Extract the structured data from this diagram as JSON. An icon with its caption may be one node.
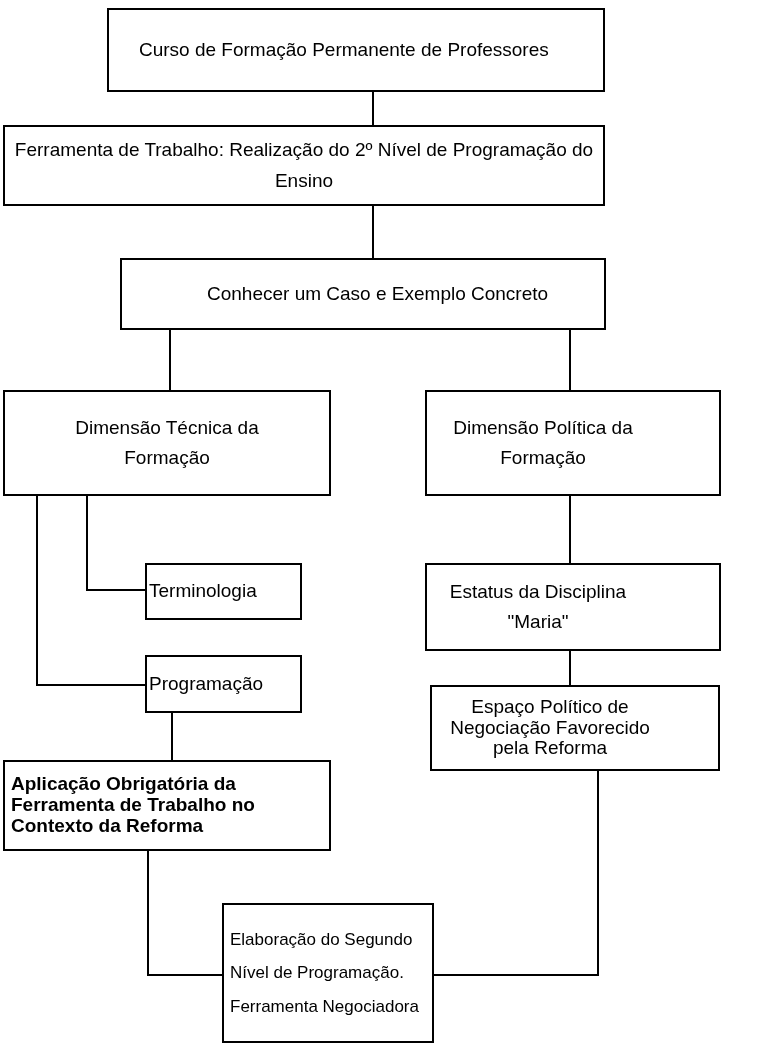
{
  "diagram": {
    "nodes": [
      {
        "text": [
          "Curso de Formação Permanente de Professores"
        ]
      },
      {
        "text": [
          "Ferramenta de Trabalho: Realização do 2º Nível de Programação do Ensino"
        ]
      },
      {
        "text": [
          "Conhecer um Caso e Exemplo Concreto"
        ]
      },
      {
        "text": [
          "Dimensão Técnica da Formação"
        ]
      },
      {
        "text": [
          "Dimensão Política da Formação"
        ]
      },
      {
        "text": [
          "Terminologia"
        ]
      },
      {
        "text": [
          "Programação"
        ]
      },
      {
        "text": [
          "Estatus da Disciplina \"Maria\""
        ]
      },
      {
        "text": [
          "Espaço Político de Negociação Favorecido pela Reforma"
        ]
      },
      {
        "text": [
          "Aplicação Obrigatória da Ferramenta de Trabalho no Contexto da Reforma"
        ]
      },
      {
        "text": [
          "Elaboração do Segundo Nível de Programação. Ferramenta Negociadora"
        ]
      }
    ],
    "edges": [
      {
        "from": 0,
        "to": 1,
        "arrow": "none"
      },
      {
        "from": 1,
        "to": 2,
        "arrow": "none"
      },
      {
        "from": 2,
        "to": 3,
        "arrow": "none"
      },
      {
        "from": 2,
        "to": 4,
        "arrow": "none"
      },
      {
        "from": 3,
        "to": 5,
        "arrow": "none"
      },
      {
        "from": 3,
        "to": 6,
        "arrow": "none"
      },
      {
        "from": 6,
        "to": 9,
        "arrow": "none"
      },
      {
        "from": 4,
        "to": 7,
        "arrow": "none"
      },
      {
        "from": 7,
        "to": 8,
        "arrow": "none"
      },
      {
        "from": 9,
        "to": 10,
        "arrow": "none"
      },
      {
        "from": 8,
        "to": 10,
        "arrow": "none"
      }
    ]
  }
}
